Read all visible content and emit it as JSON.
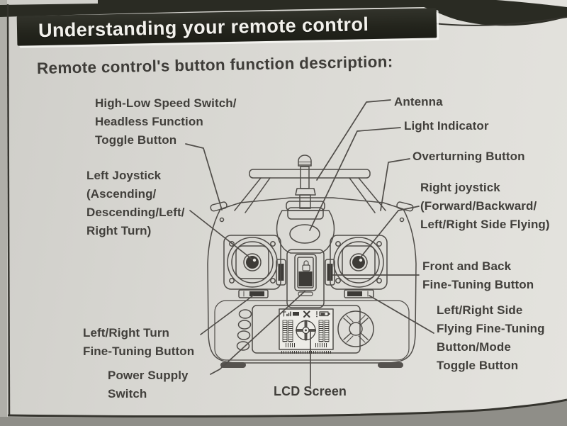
{
  "page": {
    "banner": "Understanding your remote control",
    "subtitle": "Remote control's button function description:"
  },
  "labels": {
    "high_low": [
      "High-Low Speed Switch/",
      "Headless Function",
      "Toggle Button"
    ],
    "antenna": [
      "Antenna"
    ],
    "light_indicator": [
      "Light Indicator"
    ],
    "overturning": [
      "Overturning Button"
    ],
    "right_joystick": [
      "Right joystick",
      "(Forward/Backward/",
      "Left/Right Side Flying)"
    ],
    "left_joystick": [
      "Left Joystick",
      "(Ascending/",
      "Descending/Left/",
      "Right Turn)"
    ],
    "front_back": [
      "Front and Back",
      "Fine-Tuning Button"
    ],
    "lr_side": [
      "Left/Right Side",
      "Flying Fine-Tuning",
      "Button/Mode",
      "Toggle Button"
    ],
    "lr_turn": [
      "Left/Right Turn",
      "Fine-Tuning Button"
    ],
    "power": [
      "Power Supply",
      "Switch"
    ],
    "lcd": [
      "LCD Screen"
    ]
  },
  "colors": {
    "page_bg": "#d8d7d2",
    "banner_bg": "#23241c",
    "banner_text": "#f2f1ec",
    "ink": "#413f3b",
    "line_art": "#4f4c48",
    "photo_edge": "#8f8e88"
  }
}
